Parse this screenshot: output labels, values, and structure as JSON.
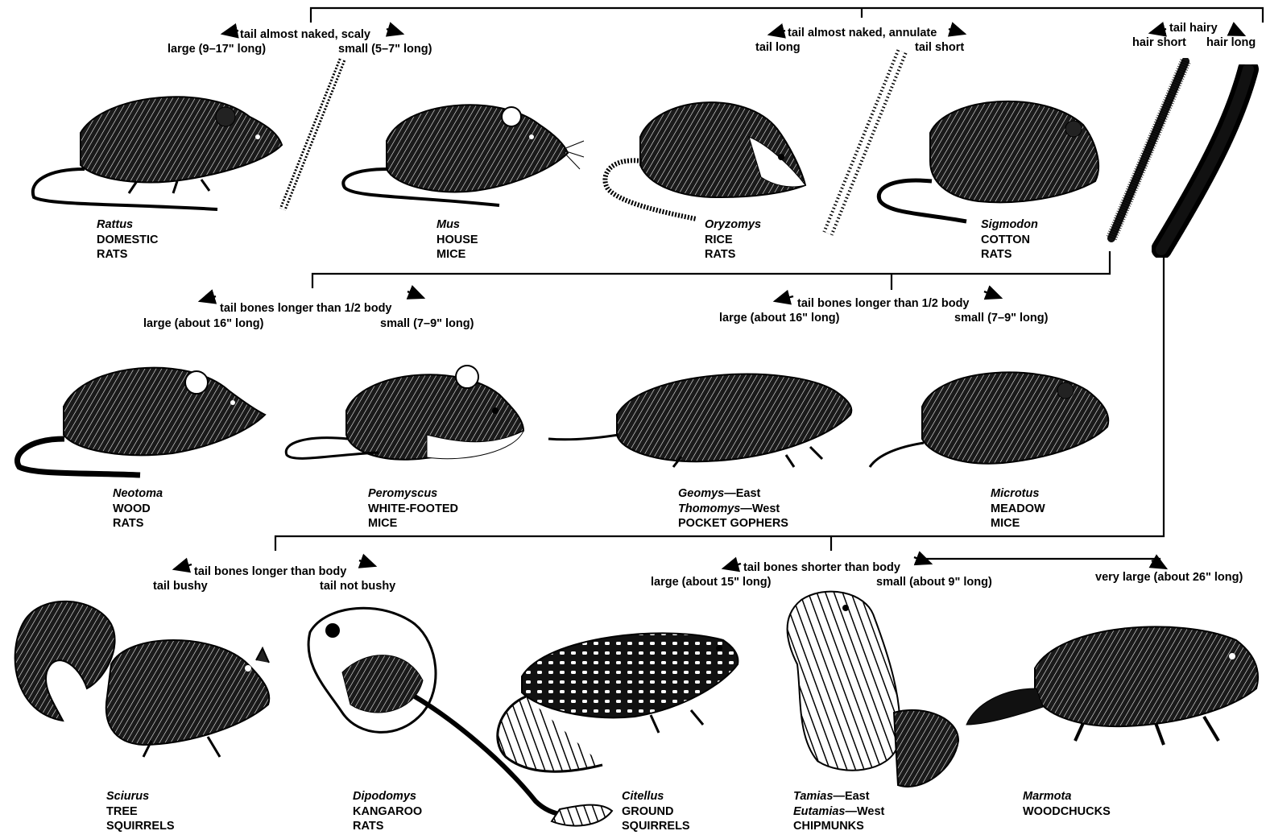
{
  "keys": {
    "key1": {
      "heading": "tail almost naked, scaly",
      "left": "large (9–17\" long)",
      "right": "small (5–7\" long)"
    },
    "key2": {
      "heading": "tail almost naked, annulate",
      "left": "tail long",
      "right": "tail short"
    },
    "key3": {
      "heading": "tail hairy",
      "left": "hair short",
      "right": "hair long"
    },
    "key4": {
      "heading": "tail bones longer than 1/2 body",
      "left": "large (about 16\" long)",
      "right": "small (7–9\" long)"
    },
    "key5": {
      "heading": "tail bones longer than 1/2 body",
      "left": "large (about 16\" long)",
      "right": "small (7–9\" long)"
    },
    "key6": {
      "heading": "tail bones longer than body",
      "left": "tail bushy",
      "right": "tail not bushy"
    },
    "key7": {
      "heading": "tail bones shorter than body",
      "left": "large (about 15\" long)",
      "right": "small (about 9\" long)",
      "extra": "very large (about 26\" long)"
    }
  },
  "animals": [
    {
      "id": "rattus",
      "genus": "Rattus",
      "common1": "DOMESTIC",
      "common2": "RATS"
    },
    {
      "id": "mus",
      "genus": "Mus",
      "common1": "HOUSE",
      "common2": "MICE"
    },
    {
      "id": "oryzomys",
      "genus": "Oryzomys",
      "common1": "RICE",
      "common2": "RATS"
    },
    {
      "id": "sigmodon",
      "genus": "Sigmodon",
      "common1": "COTTON",
      "common2": "RATS"
    },
    {
      "id": "neotoma",
      "genus": "Neotoma",
      "common1": "WOOD",
      "common2": "RATS"
    },
    {
      "id": "peromyscus",
      "genus": "Peromyscus",
      "common1": "WHITE-FOOTED",
      "common2": "MICE"
    },
    {
      "id": "gophers",
      "genus": "Geomys",
      "genus_suffix": "—East",
      "genus2": "Thomomys",
      "genus2_suffix": "—West",
      "common1": "POCKET  GOPHERS"
    },
    {
      "id": "microtus",
      "genus": "Microtus",
      "common1": "MEADOW",
      "common2": "MICE"
    },
    {
      "id": "sciurus",
      "genus": "Sciurus",
      "common1": "TREE",
      "common2": "SQUIRRELS"
    },
    {
      "id": "dipodomys",
      "genus": "Dipodomys",
      "common1": "KANGAROO",
      "common2": "RATS"
    },
    {
      "id": "citellus",
      "genus": "Citellus",
      "common1": "GROUND",
      "common2": "SQUIRRELS"
    },
    {
      "id": "tamias",
      "genus": "Tamias",
      "genus_suffix": "—East",
      "genus2": "Eutamias",
      "genus2_suffix": "—West",
      "common1": "CHIPMUNKS"
    },
    {
      "id": "marmota",
      "genus": "Marmota",
      "common1": "WOODCHUCKS"
    }
  ]
}
